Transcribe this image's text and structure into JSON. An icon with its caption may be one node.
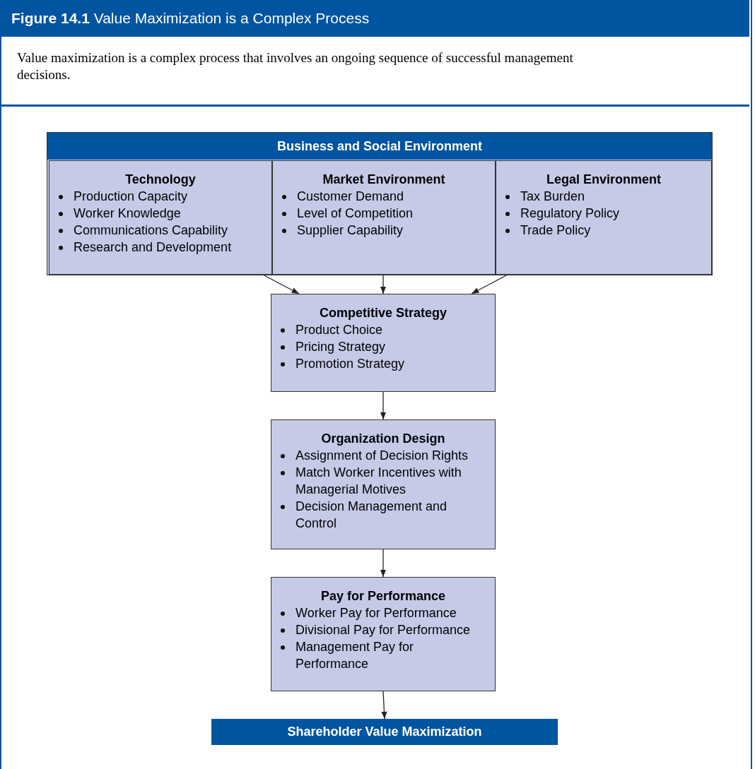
{
  "diagram": {
    "title": "**Figure 14.1** Value Maximization is a Complex Process",
    "caption": "Value maximization is a complex process that involves an ongoing sequence of successful management decisions.",
    "nodes": [
      {
        "text": [
          "Business and Social Environment"
        ]
      },
      {
        "text": [
          "Technology",
          "Production Capacity",
          "Worker Knowledge",
          "Communications Capability",
          "Research and Development"
        ],
        "in": 0
      },
      {
        "text": [
          "Market Environment",
          "Customer Demand",
          "Level of Competition",
          "Supplier Capability"
        ],
        "in": 0
      },
      {
        "text": [
          "Legal Environment",
          "Tax Burden",
          "Regulatory Policy",
          "Trade Policy"
        ],
        "in": 0
      },
      {
        "text": [
          "Competitive Strategy",
          "Product Choice",
          "Pricing Strategy",
          "Promotion Strategy"
        ]
      },
      {
        "text": [
          "Organization Design",
          "Assignment of Decision Rights",
          "Match Worker Incentives with Managerial Motives",
          "Decision Management and Control"
        ]
      },
      {
        "text": [
          "Pay for Performance",
          "Worker Pay for Performance",
          "Divisional Pay for Performance",
          "Management Pay for Performance"
        ]
      },
      {
        "text": [
          "Shareholder Value Maximization"
        ]
      }
    ],
    "edges": [
      {
        "from": 1,
        "to": 4,
        "arrow": "to"
      },
      {
        "from": 2,
        "to": 4,
        "arrow": "to"
      },
      {
        "from": 3,
        "to": 4,
        "arrow": "to"
      },
      {
        "from": 4,
        "to": 5,
        "arrow": "to"
      },
      {
        "from": 5,
        "to": 6,
        "arrow": "to"
      },
      {
        "from": 6,
        "to": 7,
        "arrow": "to"
      }
    ]
  }
}
